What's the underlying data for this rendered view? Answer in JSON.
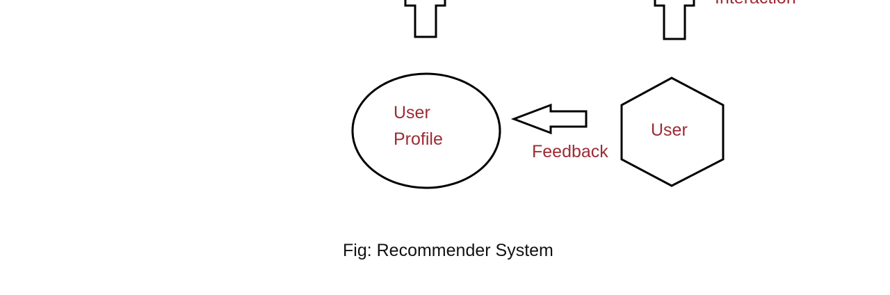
{
  "diagram": {
    "nodes": {
      "user_profile": {
        "line1": "User",
        "line2": "Profile"
      },
      "user": {
        "label": "User"
      }
    },
    "edges": {
      "feedback": {
        "label": "Feedback"
      },
      "interaction": {
        "label": "Interaction"
      }
    },
    "caption": "Fig: Recommender System"
  },
  "colors": {
    "label_text": "#9e2a35",
    "outline": "#000000",
    "caption_text": "#111111"
  }
}
